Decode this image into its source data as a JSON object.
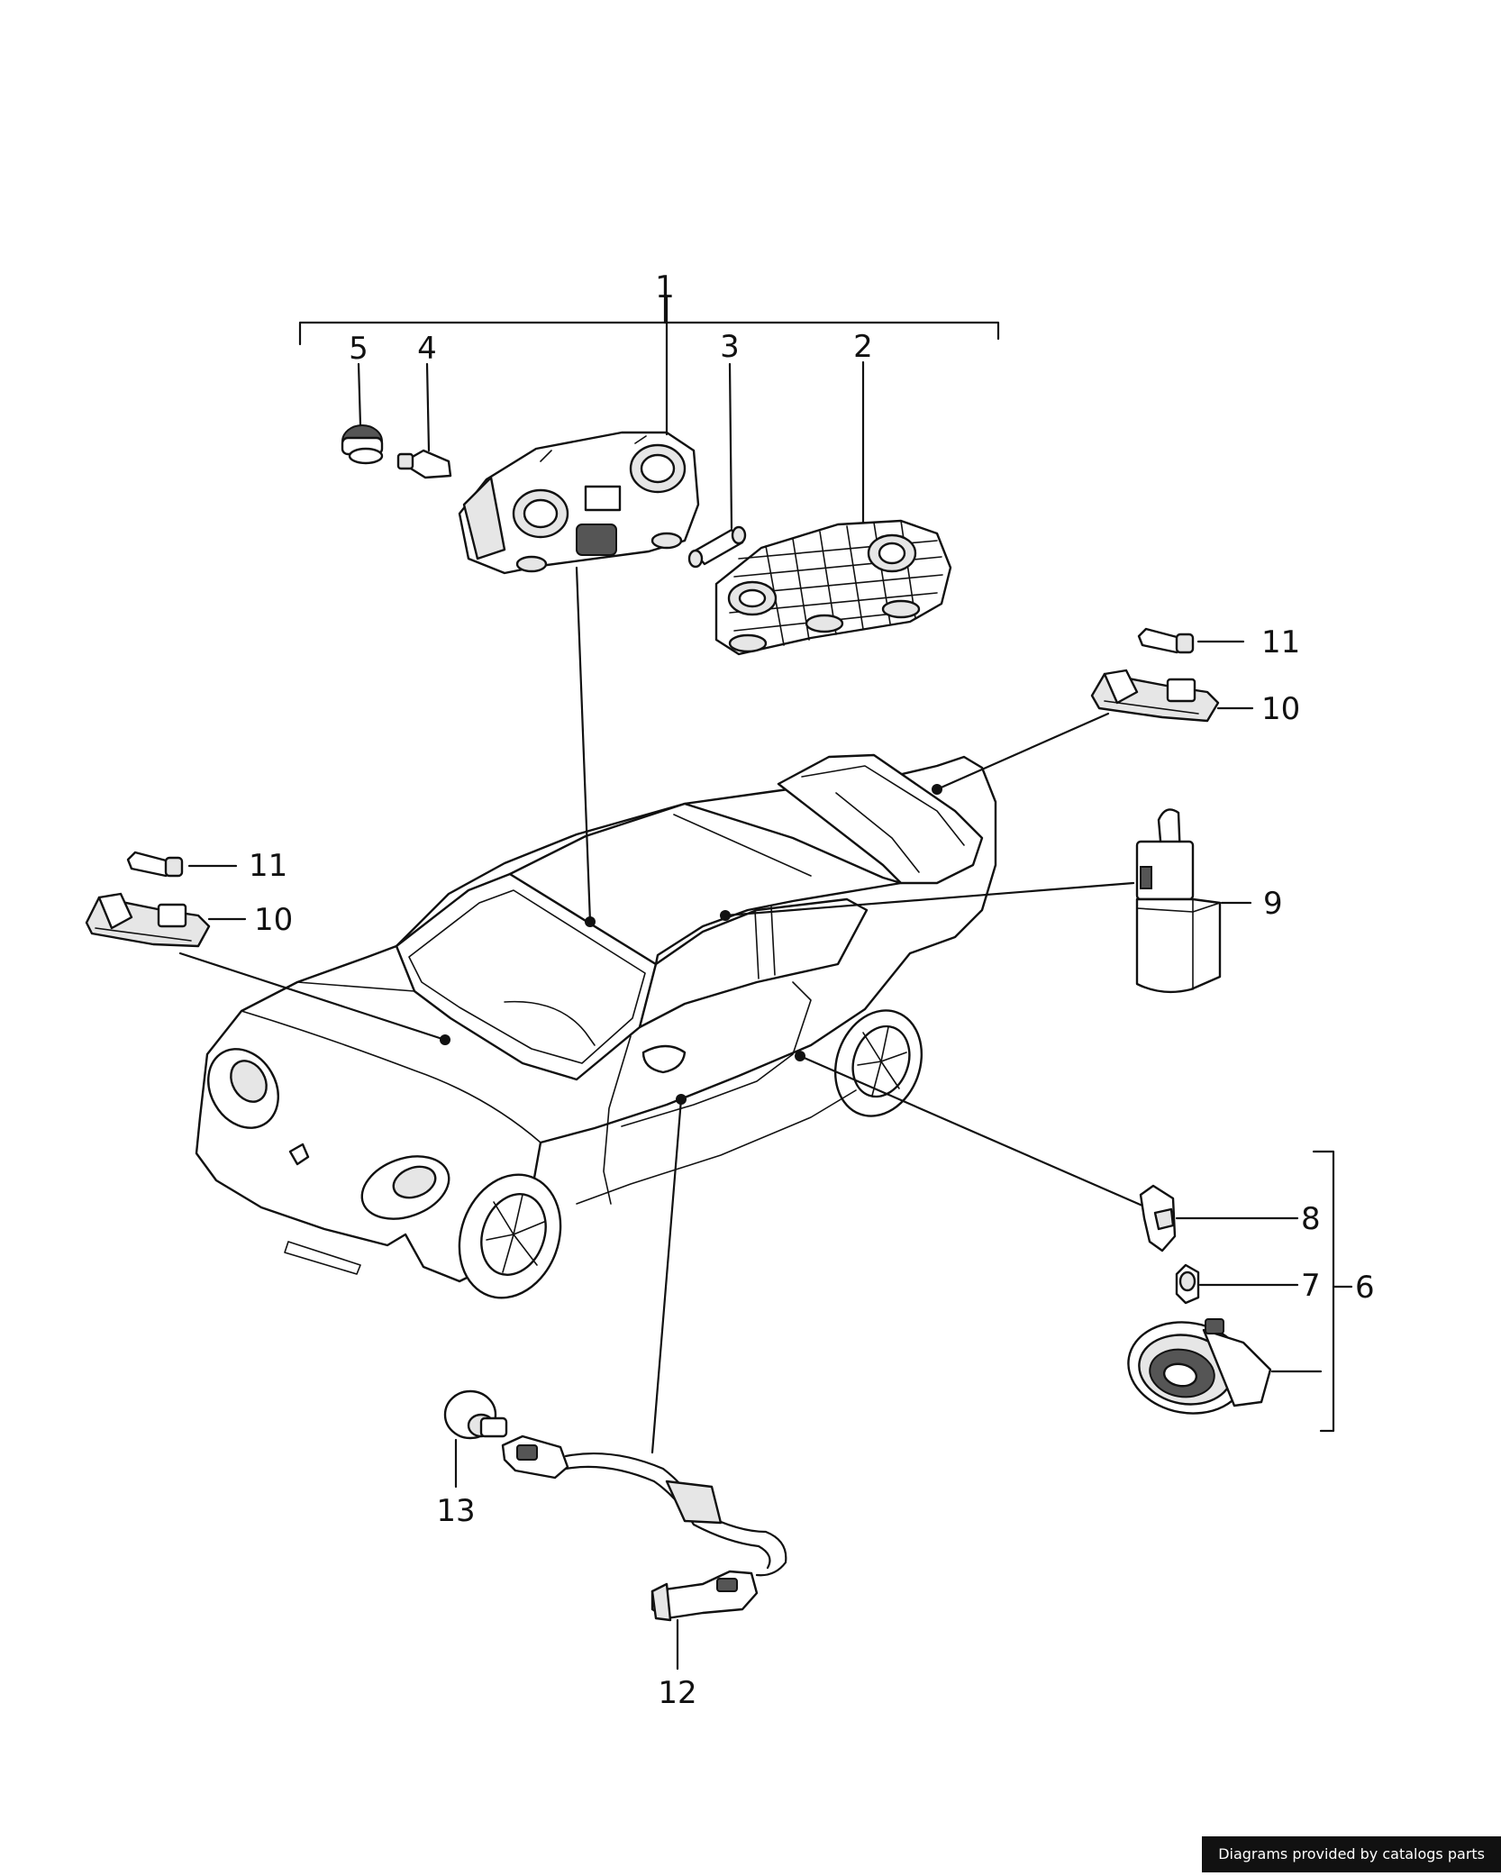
{
  "callouts": {
    "c1": "1",
    "c2": "2",
    "c3": "3",
    "c4": "4",
    "c5": "5",
    "c6": "6",
    "c7": "7",
    "c8": "8",
    "c9": "9",
    "c10a": "10",
    "c10b": "10",
    "c11a": "11",
    "c11b": "11",
    "c12": "12",
    "c13": "13"
  },
  "footer": {
    "credit": "Diagrams provided by catalogs parts"
  }
}
